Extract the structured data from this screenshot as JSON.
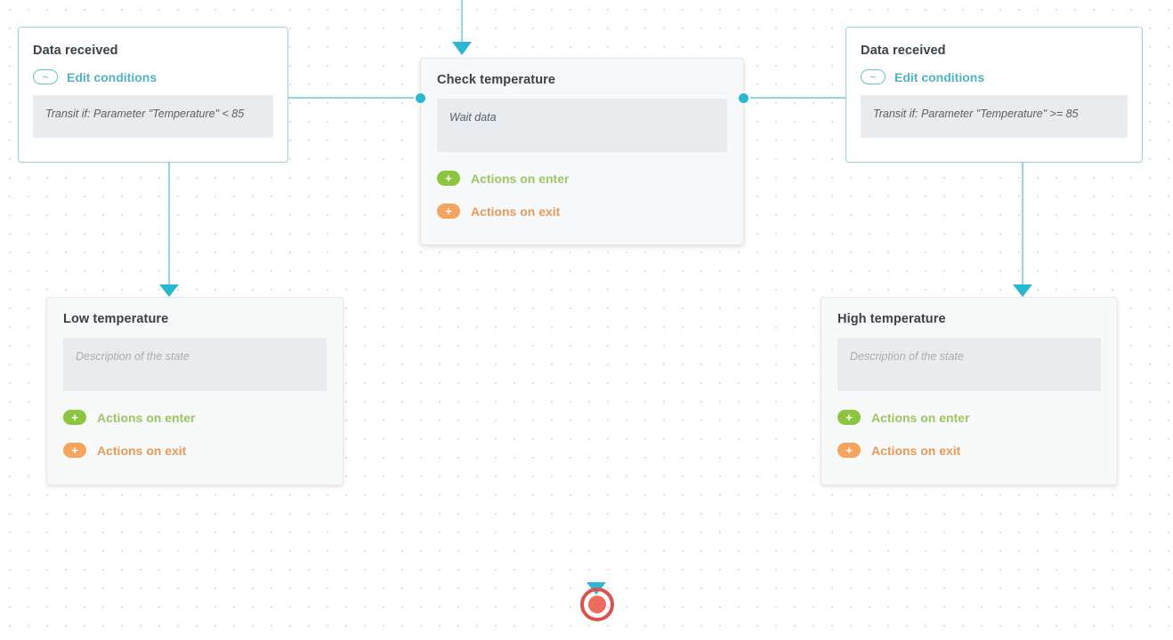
{
  "editor": {
    "title": "State machine diagram canvas",
    "background": "#ffffff",
    "grid_dot_color": "#dcdcdc",
    "accent_color": "#51b4c2",
    "edge_color": "#9fd4dd",
    "port_color": "#2ab7d0",
    "enter_color": "#8cc63e",
    "exit_color": "#f4a45d",
    "end_state_color": "#d9534f"
  },
  "nodes": {
    "transition_left": {
      "title": "Data received",
      "edit_conditions_label": "Edit conditions",
      "condition_icon": "tilde-icon",
      "condition_text": "Transit if: Parameter \"Temperature\" < 85"
    },
    "transition_right": {
      "title": "Data received",
      "edit_conditions_label": "Edit conditions",
      "condition_icon": "tilde-icon",
      "condition_text": "Transit if: Parameter \"Temperature\" >= 85"
    },
    "state_center": {
      "title": "Check temperature",
      "description_placeholder": "Wait data",
      "actions_on_enter": "Actions on enter",
      "actions_on_exit": "Actions on exit",
      "plus_icon": "+"
    },
    "state_low": {
      "title": "Low temperature",
      "description_placeholder": "Description of the state",
      "actions_on_enter": "Actions on enter",
      "actions_on_exit": "Actions on exit",
      "plus_icon": "+"
    },
    "state_high": {
      "title": "High temperature",
      "description_placeholder": "Description of the state",
      "actions_on_enter": "Actions on enter",
      "actions_on_exit": "Actions on exit",
      "plus_icon": "+"
    },
    "end_state": {
      "icon": "end-state-circle-icon"
    }
  }
}
